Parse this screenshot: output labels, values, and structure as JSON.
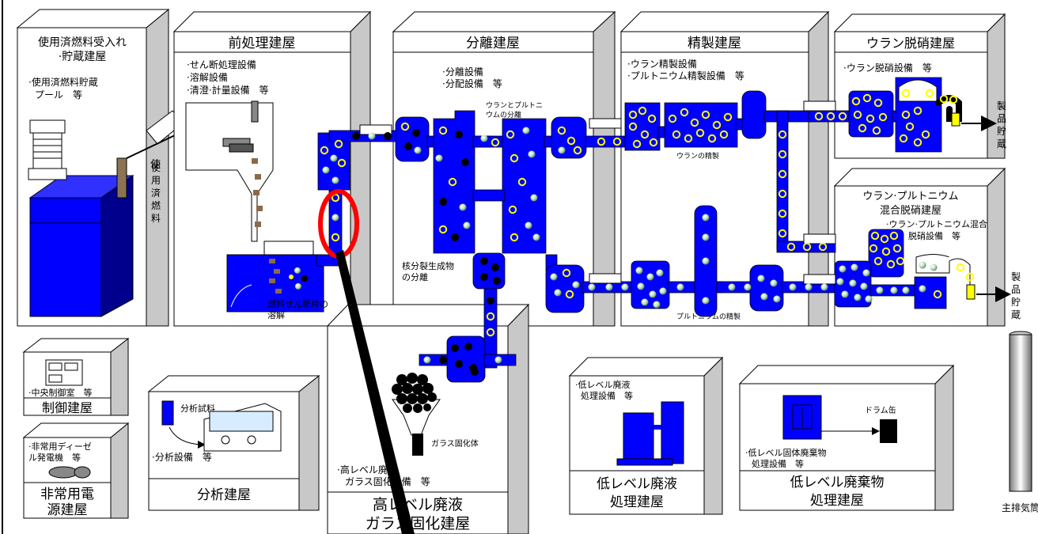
{
  "buildings": {
    "receiving": {
      "title_1": "使用済燃料受入れ",
      "title_2": "·貯蔵建屋",
      "note_1": "·使用済燃料貯蔵",
      "note_2": "プール　等"
    },
    "pretreatment": {
      "title": "前処理建屋",
      "note_1": "·せん断処理設備",
      "note_2": "·溶解設備",
      "note_3": "·清澄·計量設備　等",
      "callout_1": "燃料せん断片の",
      "callout_2": "溶解"
    },
    "separation": {
      "title": "分離建屋",
      "note_1": "·分離設備",
      "note_2": "·分配設備　等",
      "callout_1": "ウランとプルトニ",
      "callout_2": "ウムの分離",
      "fp_1": "核分裂生成物",
      "fp_2": "の分離"
    },
    "purification": {
      "title": "精製建屋",
      "note_1": "·ウラン精製設備",
      "note_2": "·プルトニウム精製設備　等",
      "u_label": "ウランの精製",
      "pu_label": "プルトニウムの精製"
    },
    "u_denitration": {
      "title": "ウラン脱硝建屋",
      "note": "·ウラン脱硝設備　等"
    },
    "mox_denitration": {
      "title_1": "ウラン·プルトニウム",
      "title_2": "混合脱硝建屋",
      "note_1": "·ウラン·プルトニウム混合",
      "note_2": "脱硝設備　等"
    },
    "control": {
      "title": "制御建屋",
      "note": "·中央制御室　等"
    },
    "emergency": {
      "title_1": "非常用電",
      "title_2": "源建屋",
      "note_1": "·非常用ディーゼ",
      "note_2": "ル発電機　等"
    },
    "analysis": {
      "title": "分析建屋",
      "note": "·分析設備　等",
      "sample": "分析試料"
    },
    "vitrification": {
      "title_1": "高レベル廃液",
      "title_2": "ガラス固化建屋",
      "note_1": "·高レベル廃液",
      "note_2": "ガラス固化設備　等",
      "product": "ガラス固化体"
    },
    "low_liquid": {
      "title_1": "低レベル廃液",
      "title_2": "処理建屋",
      "note_1": "·低レベル廃液",
      "note_2": "処理設備　等"
    },
    "low_solid": {
      "title_1": "低レベル廃棄物",
      "title_2": "処理建屋",
      "note_1": "·低レベル固体廃棄物",
      "note_2": "処理設備　等",
      "drum": "ドラム缶"
    }
  },
  "transfer_label": "使用済燃料",
  "product_storage": [
    "製",
    "品",
    "貯",
    "蔵"
  ],
  "stack_label": "主排気筒",
  "colors": {
    "process": "#0000ff",
    "building_face": "#ffffff",
    "building_side": "#c8c8c8",
    "highlight": "#ff0000",
    "uranium_ring": "#ffff00",
    "pu_ball": "#c0e0c0"
  }
}
